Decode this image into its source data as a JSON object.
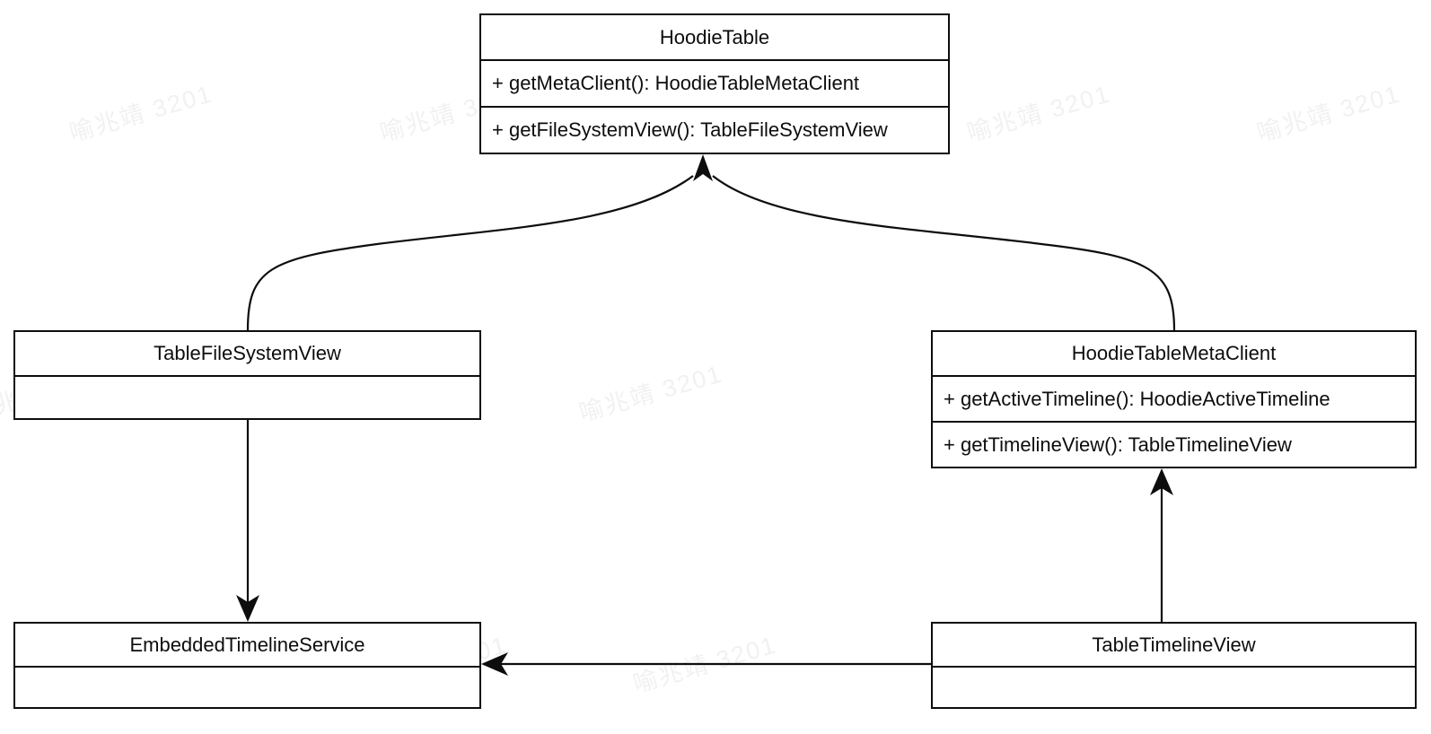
{
  "diagram": {
    "type": "uml-class-diagram",
    "background_color": "#ffffff",
    "line_color": "#0d0d0d",
    "text_color": "#0d0d0d",
    "watermark": {
      "text": "喻兆靖 3201",
      "color": "#f1f1f1"
    },
    "classes": [
      {
        "id": "hoodie-table",
        "name": "HoodieTable",
        "members": [
          "+ getMetaClient(): HoodieTableMetaClient",
          "+ getFileSystemView(): TableFileSystemView"
        ]
      },
      {
        "id": "table-file-system-view",
        "name": "TableFileSystemView",
        "members": []
      },
      {
        "id": "hoodie-table-meta-client",
        "name": "HoodieTableMetaClient",
        "members": [
          "+ getActiveTimeline(): HoodieActiveTimeline",
          "+ getTimelineView(): TableTimelineView"
        ]
      },
      {
        "id": "embedded-timeline-service",
        "name": "EmbeddedTimelineService",
        "members": []
      },
      {
        "id": "table-timeline-view",
        "name": "TableTimelineView",
        "members": []
      }
    ],
    "relations": [
      {
        "from": "TableFileSystemView",
        "to": "HoodieTable",
        "style": "curved",
        "arrow": "filled-triangle"
      },
      {
        "from": "HoodieTableMetaClient",
        "to": "HoodieTable",
        "style": "curved",
        "arrow": "filled-triangle"
      },
      {
        "from": "TableFileSystemView",
        "to": "EmbeddedTimelineService",
        "style": "straight-vertical",
        "arrow": "filled-triangle"
      },
      {
        "from": "TableTimelineView",
        "to": "HoodieTableMetaClient",
        "style": "straight-vertical",
        "arrow": "filled-triangle"
      },
      {
        "from": "TableTimelineView",
        "to": "EmbeddedTimelineService",
        "style": "straight-horizontal",
        "arrow": "filled-triangle"
      }
    ]
  }
}
